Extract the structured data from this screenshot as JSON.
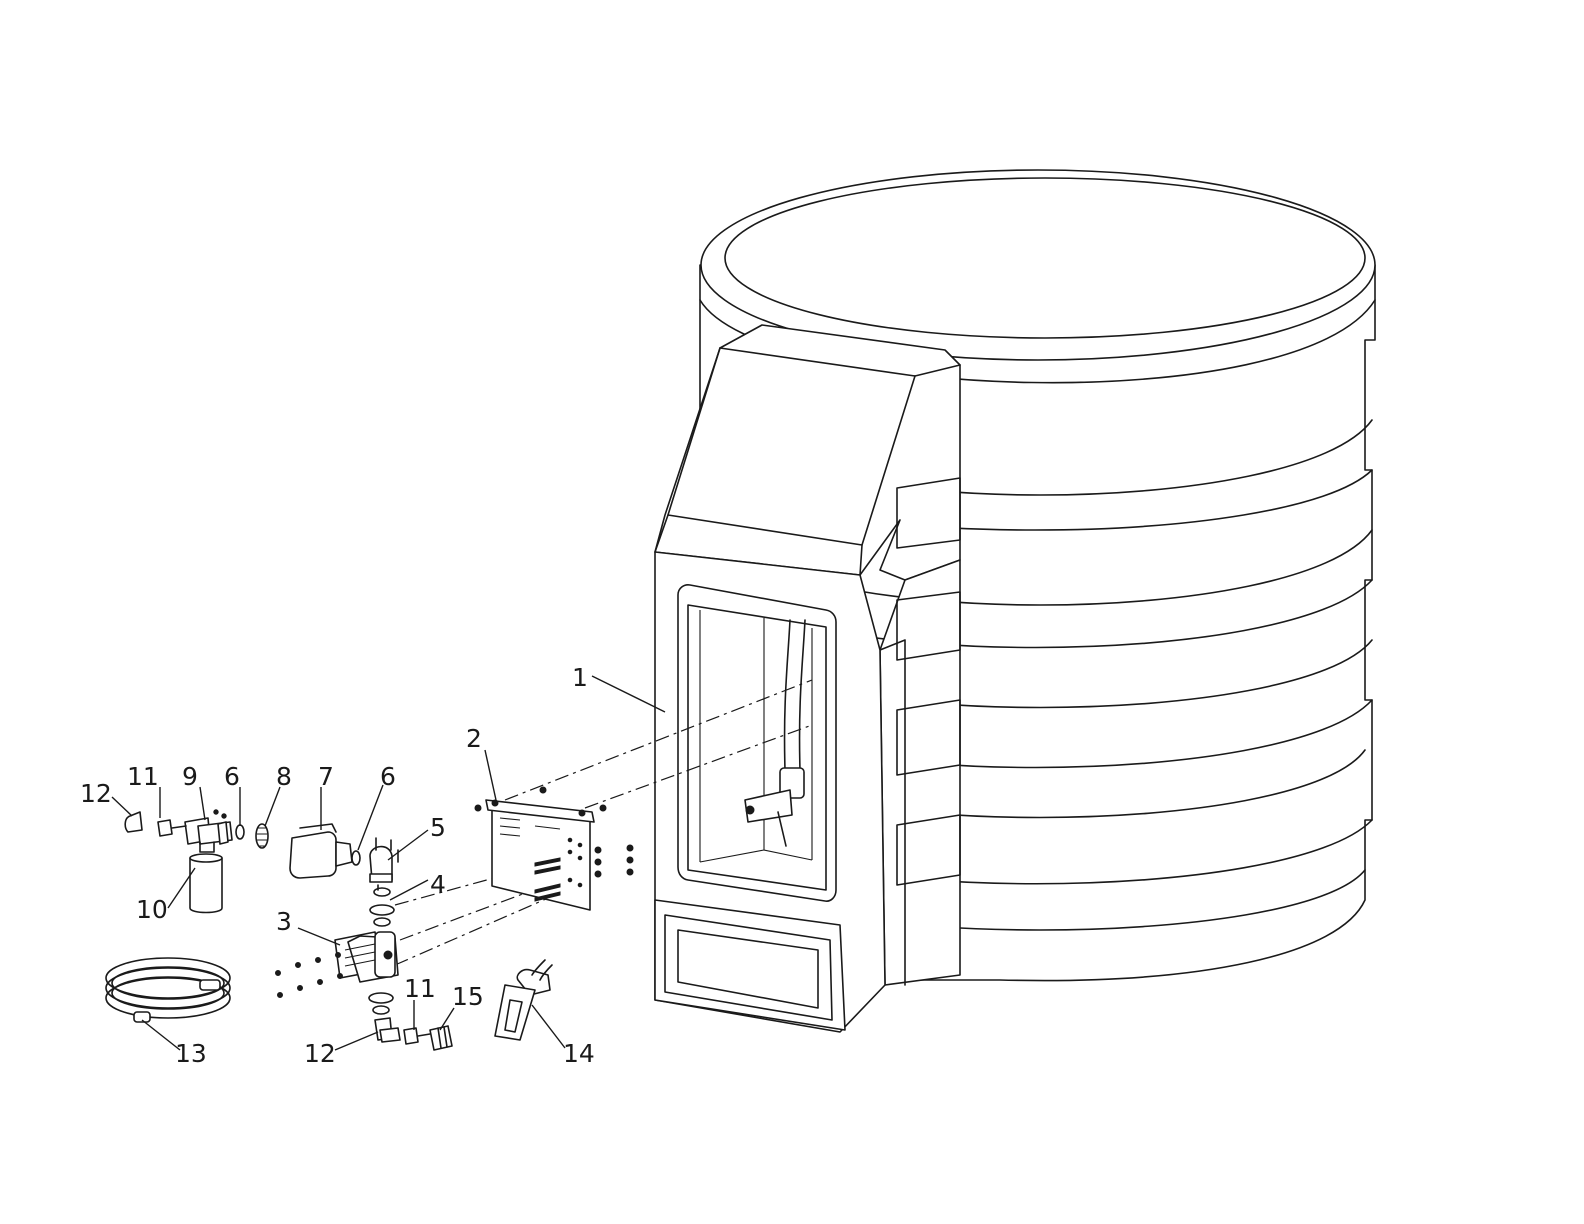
{
  "diagram": {
    "callouts": [
      {
        "id": "c1",
        "label": "1"
      },
      {
        "id": "c2",
        "label": "2"
      },
      {
        "id": "c3",
        "label": "3"
      },
      {
        "id": "c4",
        "label": "4"
      },
      {
        "id": "c5",
        "label": "5"
      },
      {
        "id": "c6a",
        "label": "6"
      },
      {
        "id": "c6b",
        "label": "6"
      },
      {
        "id": "c7",
        "label": "7"
      },
      {
        "id": "c8",
        "label": "8"
      },
      {
        "id": "c9",
        "label": "9"
      },
      {
        "id": "c10",
        "label": "10"
      },
      {
        "id": "c11a",
        "label": "11"
      },
      {
        "id": "c11b",
        "label": "11"
      },
      {
        "id": "c12a",
        "label": "12"
      },
      {
        "id": "c12b",
        "label": "12"
      },
      {
        "id": "c13",
        "label": "13"
      },
      {
        "id": "c14",
        "label": "14"
      },
      {
        "id": "c15",
        "label": "15"
      }
    ]
  }
}
